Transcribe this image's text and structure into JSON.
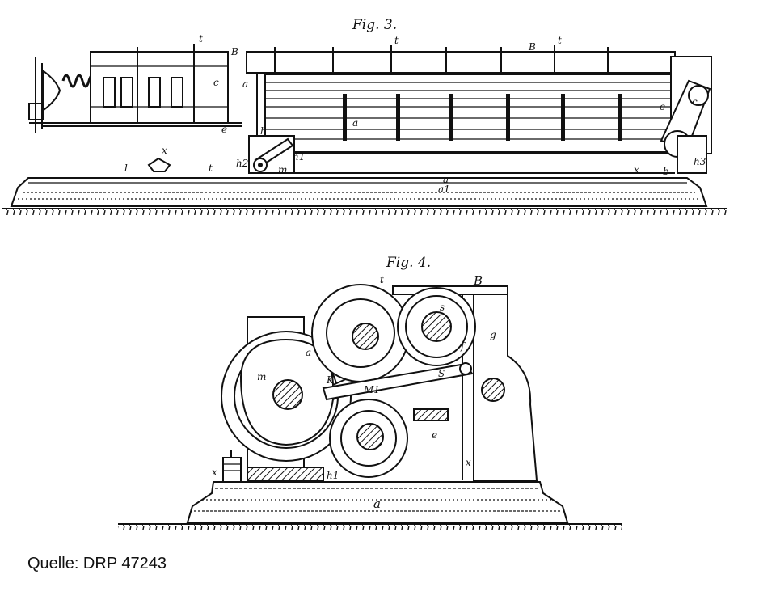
{
  "figures": [
    {
      "id": "fig3",
      "title": "Fig. 3.",
      "labels": [
        "t",
        "B",
        "t",
        "B",
        "t",
        "c",
        "a",
        "h",
        "h1",
        "h2",
        "x",
        "t",
        "e",
        "a",
        "c",
        "l",
        "a1",
        "a",
        "m",
        "x",
        "h3",
        "b",
        "c"
      ]
    },
    {
      "id": "fig4",
      "title": "Fig. 4.",
      "labels": [
        "t",
        "B",
        "s",
        "a",
        "m",
        "K",
        "M1",
        "g",
        "S",
        "f",
        "e",
        "x",
        "h1",
        "x",
        "a"
      ]
    }
  ],
  "caption": "Quelle: DRP 47243"
}
